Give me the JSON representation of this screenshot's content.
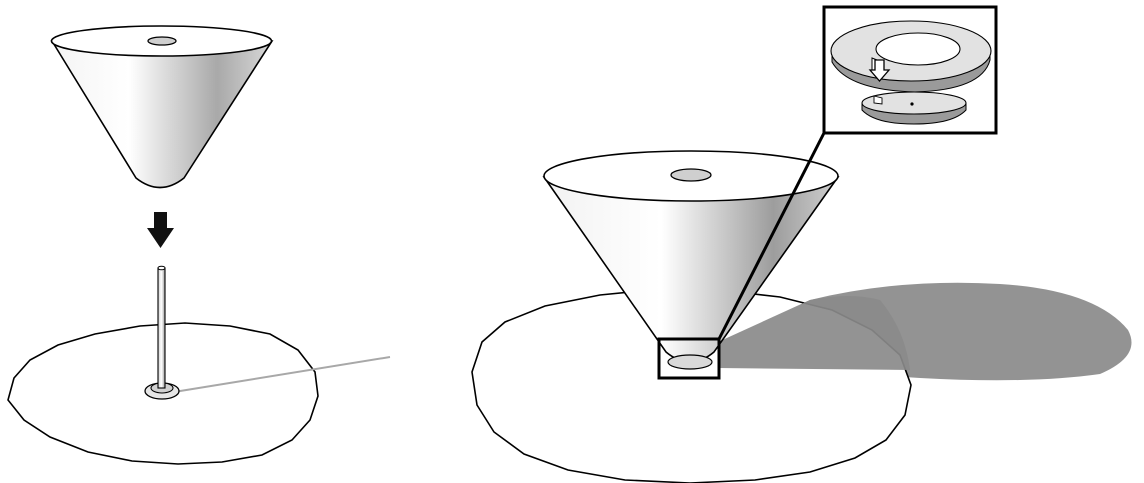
{
  "figure": {
    "left_panel": {
      "parts": [
        "cone",
        "down-arrow",
        "pin",
        "base-disc",
        "guide-line"
      ]
    },
    "right_panel": {
      "parts": [
        "cone",
        "base-disc",
        "shadow",
        "callout-box",
        "detail-inset"
      ]
    },
    "colors": {
      "outline": "#000000",
      "shadow": "#8a8a8a",
      "cone_light": "#ffffff",
      "cone_dark": "#8c8c8c",
      "guide_line": "#a8a8a8"
    }
  }
}
